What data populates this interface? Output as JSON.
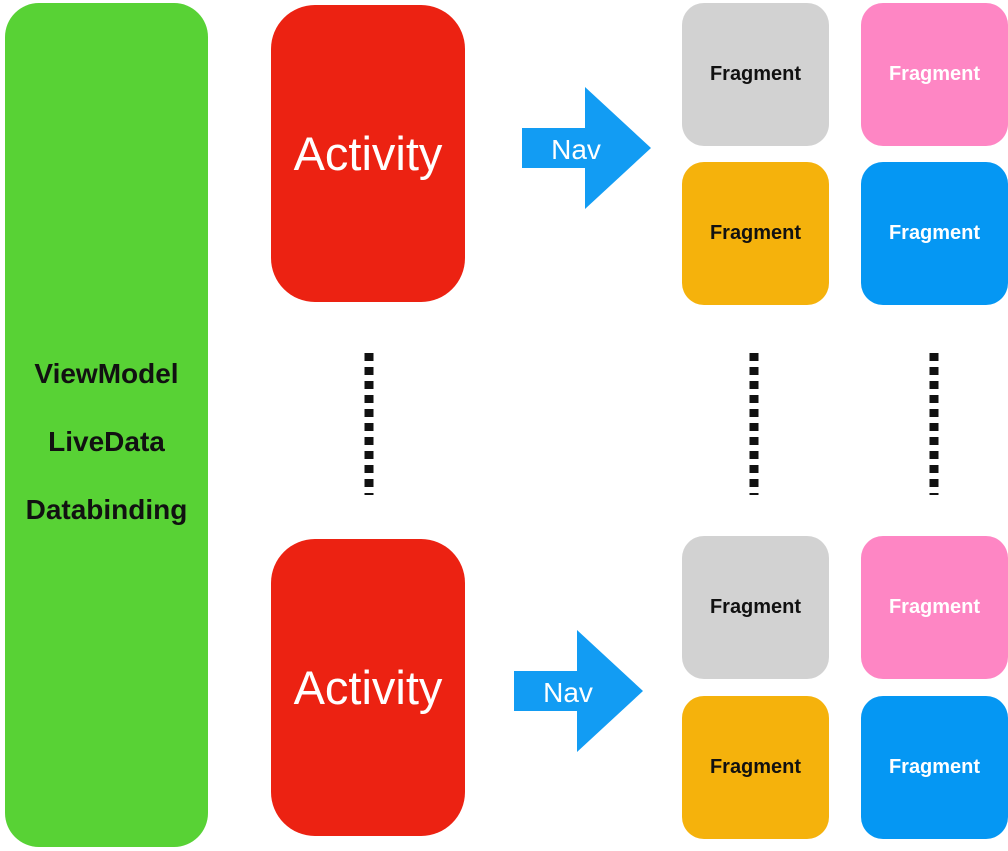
{
  "colors": {
    "sidebar": "#58d235",
    "activity": "#ec2212",
    "fragment_grey": "#d2d2d2",
    "fragment_pink": "#fe86c4",
    "fragment_orange": "#f5b20c",
    "fragment_blue": "#0597f3",
    "arrow": "#129cf3",
    "dots": "#111111"
  },
  "sidebar": {
    "labels": [
      "ViewModel",
      "LiveData",
      "Databinding"
    ]
  },
  "groups": [
    {
      "activity_label": "Activity",
      "nav_label": "Nav",
      "fragments": [
        {
          "label": "Fragment",
          "color": "fragment_grey",
          "text_color": "#111111"
        },
        {
          "label": "Fragment",
          "color": "fragment_pink",
          "text_color": "#ffffff"
        },
        {
          "label": "Fragment",
          "color": "fragment_orange",
          "text_color": "#111111"
        },
        {
          "label": "Fragment",
          "color": "fragment_blue",
          "text_color": "#ffffff"
        }
      ]
    },
    {
      "activity_label": "Activity",
      "nav_label": "Nav",
      "fragments": [
        {
          "label": "Fragment",
          "color": "fragment_grey",
          "text_color": "#111111"
        },
        {
          "label": "Fragment",
          "color": "fragment_pink",
          "text_color": "#ffffff"
        },
        {
          "label": "Fragment",
          "color": "fragment_orange",
          "text_color": "#111111"
        },
        {
          "label": "Fragment",
          "color": "fragment_blue",
          "text_color": "#ffffff"
        }
      ]
    }
  ]
}
